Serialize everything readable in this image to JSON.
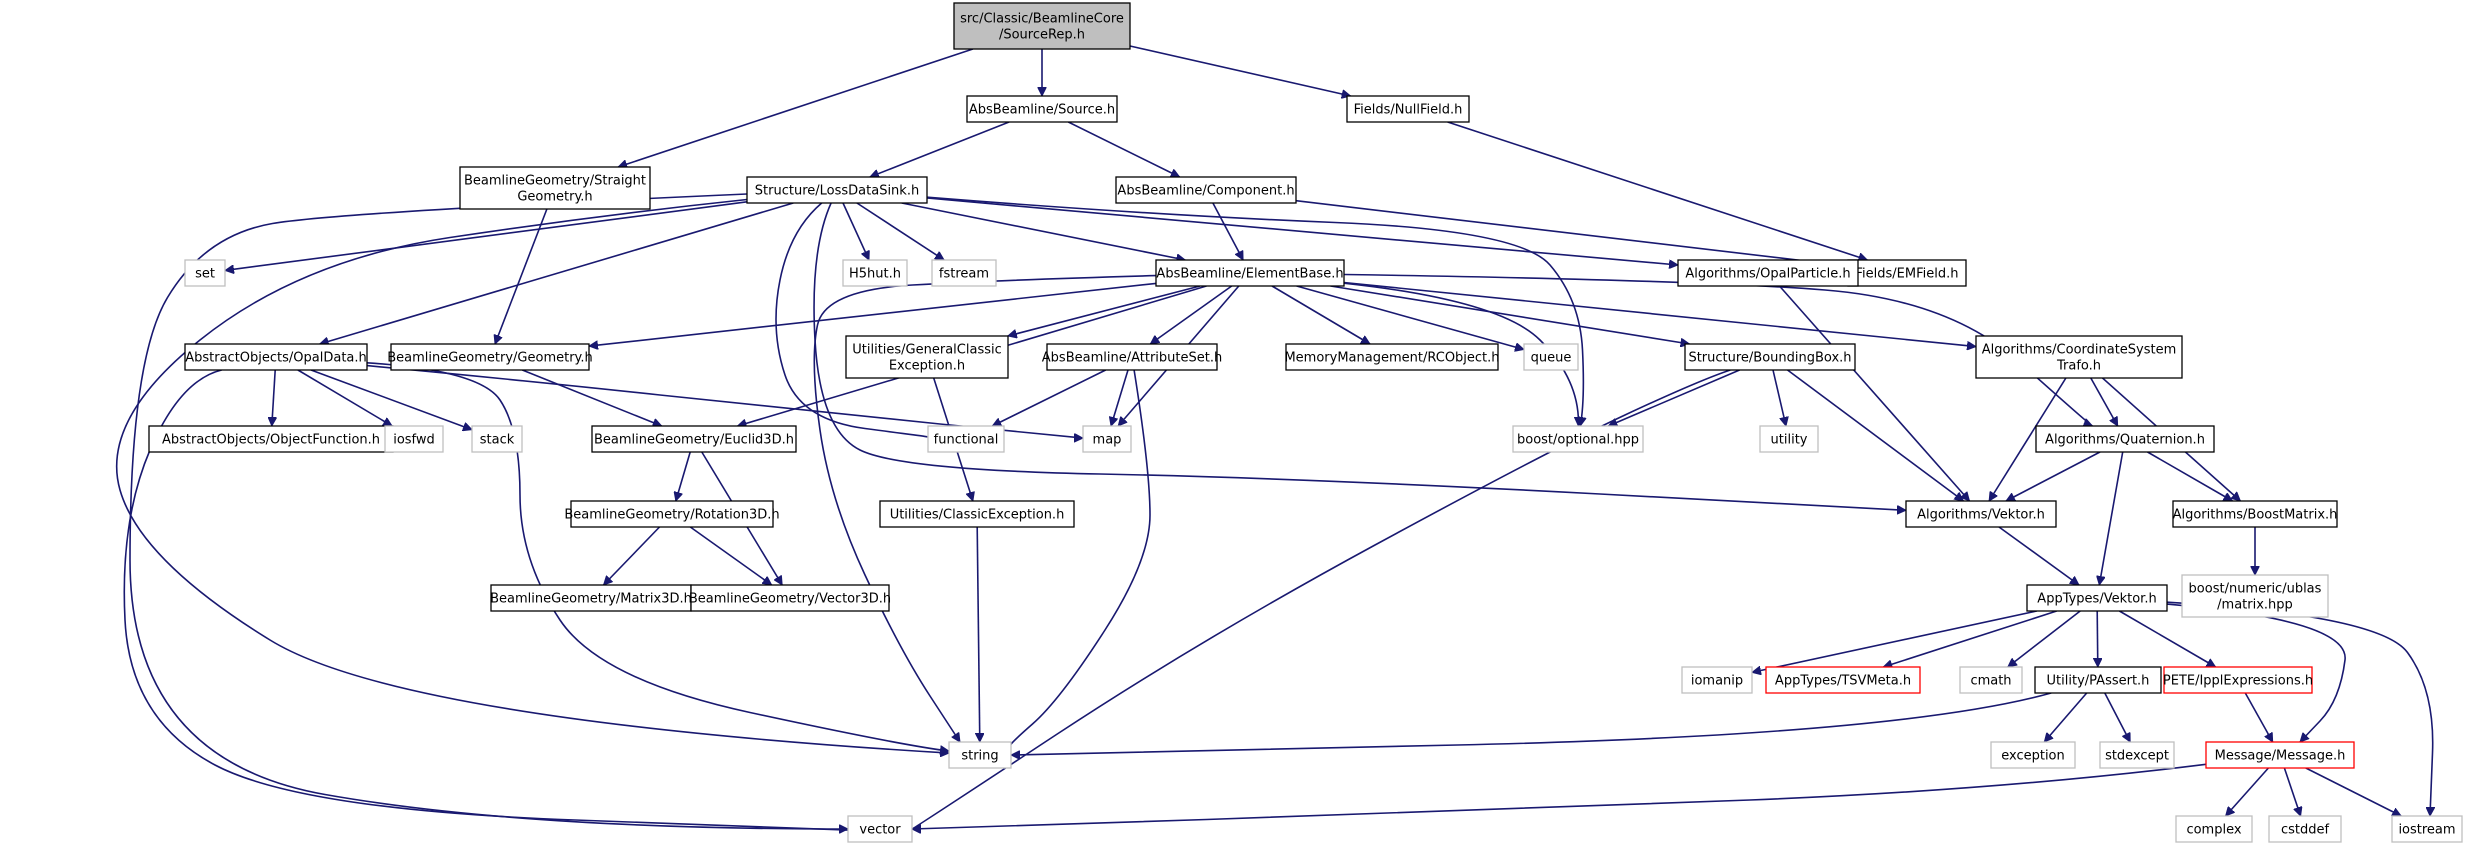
{
  "diagram": {
    "type": "include-dependency-graph",
    "colors": {
      "edge": "#191970",
      "root_fill": "#bfbfbf",
      "box_stroke": "#000000",
      "system_header_stroke": "#bfbfbf",
      "truncated_stroke": "#ff0000"
    },
    "nodes": {
      "root": {
        "lines": [
          "src/Classic/BeamlineCore",
          "/SourceRep.h"
        ],
        "kind": "root"
      },
      "source": {
        "lines": [
          "AbsBeamline/Source.h"
        ],
        "kind": "file"
      },
      "nullfield": {
        "lines": [
          "Fields/NullField.h"
        ],
        "kind": "file"
      },
      "straight": {
        "lines": [
          "BeamlineGeometry/Straight",
          "Geometry.h"
        ],
        "kind": "file"
      },
      "lossdatasink": {
        "lines": [
          "Structure/LossDataSink.h"
        ],
        "kind": "file"
      },
      "component": {
        "lines": [
          "AbsBeamline/Component.h"
        ],
        "kind": "file"
      },
      "emfield": {
        "lines": [
          "Fields/EMField.h"
        ],
        "kind": "file"
      },
      "set": {
        "lines": [
          "set"
        ],
        "kind": "system"
      },
      "h5hut": {
        "lines": [
          "H5hut.h"
        ],
        "kind": "system"
      },
      "fstream": {
        "lines": [
          "fstream"
        ],
        "kind": "system"
      },
      "elementbase": {
        "lines": [
          "AbsBeamline/ElementBase.h"
        ],
        "kind": "file"
      },
      "opalparticle": {
        "lines": [
          "Algorithms/OpalParticle.h"
        ],
        "kind": "file"
      },
      "opaldata": {
        "lines": [
          "AbstractObjects/OpalData.h"
        ],
        "kind": "file"
      },
      "geometry": {
        "lines": [
          "BeamlineGeometry/Geometry.h"
        ],
        "kind": "file"
      },
      "generalexc": {
        "lines": [
          "Utilities/GeneralClassic",
          "Exception.h"
        ],
        "kind": "file"
      },
      "attributeset": {
        "lines": [
          "AbsBeamline/AttributeSet.h"
        ],
        "kind": "file"
      },
      "rcobject": {
        "lines": [
          "MemoryManagement/RCObject.h"
        ],
        "kind": "file"
      },
      "queue": {
        "lines": [
          "queue"
        ],
        "kind": "system"
      },
      "boundingbox": {
        "lines": [
          "Structure/BoundingBox.h"
        ],
        "kind": "file"
      },
      "coordtrafo": {
        "lines": [
          "Algorithms/CoordinateSystem",
          "Trafo.h"
        ],
        "kind": "file"
      },
      "objectfunction": {
        "lines": [
          "AbstractObjects/ObjectFunction.h"
        ],
        "kind": "file"
      },
      "iosfwd": {
        "lines": [
          "iosfwd"
        ],
        "kind": "system"
      },
      "stack": {
        "lines": [
          "stack"
        ],
        "kind": "system"
      },
      "euclid3d": {
        "lines": [
          "BeamlineGeometry/Euclid3D.h"
        ],
        "kind": "file"
      },
      "functional": {
        "lines": [
          "functional"
        ],
        "kind": "system"
      },
      "map": {
        "lines": [
          "map"
        ],
        "kind": "system"
      },
      "optional": {
        "lines": [
          "boost/optional.hpp"
        ],
        "kind": "system"
      },
      "utility": {
        "lines": [
          "utility"
        ],
        "kind": "system"
      },
      "quaternion": {
        "lines": [
          "Algorithms/Quaternion.h"
        ],
        "kind": "file"
      },
      "rotation3d": {
        "lines": [
          "BeamlineGeometry/Rotation3D.h"
        ],
        "kind": "file"
      },
      "classicexc": {
        "lines": [
          "Utilities/ClassicException.h"
        ],
        "kind": "file"
      },
      "algvektor": {
        "lines": [
          "Algorithms/Vektor.h"
        ],
        "kind": "file"
      },
      "boostmatrix": {
        "lines": [
          "Algorithms/BoostMatrix.h"
        ],
        "kind": "file"
      },
      "matrix3d": {
        "lines": [
          "BeamlineGeometry/Matrix3D.h"
        ],
        "kind": "file"
      },
      "vector3d": {
        "lines": [
          "BeamlineGeometry/Vector3D.h"
        ],
        "kind": "file"
      },
      "ublas": {
        "lines": [
          "boost/numeric/ublas",
          "/matrix.hpp"
        ],
        "kind": "system"
      },
      "apptvektor": {
        "lines": [
          "AppTypes/Vektor.h"
        ],
        "kind": "file"
      },
      "iomanip": {
        "lines": [
          "iomanip"
        ],
        "kind": "system"
      },
      "tsvmeta": {
        "lines": [
          "AppTypes/TSVMeta.h"
        ],
        "kind": "truncated"
      },
      "cmath": {
        "lines": [
          "cmath"
        ],
        "kind": "system"
      },
      "passert": {
        "lines": [
          "Utility/PAssert.h"
        ],
        "kind": "file"
      },
      "ipplexpr": {
        "lines": [
          "PETE/IpplExpressions.h"
        ],
        "kind": "truncated"
      },
      "string": {
        "lines": [
          "string"
        ],
        "kind": "system"
      },
      "exception": {
        "lines": [
          "exception"
        ],
        "kind": "system"
      },
      "stdexcept": {
        "lines": [
          "stdexcept"
        ],
        "kind": "system"
      },
      "message": {
        "lines": [
          "Message/Message.h"
        ],
        "kind": "truncated"
      },
      "vector": {
        "lines": [
          "vector"
        ],
        "kind": "system"
      },
      "complex": {
        "lines": [
          "complex"
        ],
        "kind": "system"
      },
      "cstddef": {
        "lines": [
          "cstddef"
        ],
        "kind": "system"
      },
      "iostream": {
        "lines": [
          "iostream"
        ],
        "kind": "system"
      }
    },
    "edges": [
      [
        "root",
        "source"
      ],
      [
        "root",
        "nullfield"
      ],
      [
        "root",
        "straight"
      ],
      [
        "source",
        "lossdatasink"
      ],
      [
        "source",
        "component"
      ],
      [
        "nullfield",
        "emfield"
      ],
      [
        "straight",
        "geometry"
      ],
      [
        "lossdatasink",
        "set"
      ],
      [
        "lossdatasink",
        "h5hut"
      ],
      [
        "lossdatasink",
        "fstream"
      ],
      [
        "lossdatasink",
        "elementbase"
      ],
      [
        "lossdatasink",
        "opalparticle"
      ],
      [
        "lossdatasink",
        "opaldata"
      ],
      [
        "lossdatasink",
        "functional"
      ],
      [
        "lossdatasink",
        "optional"
      ],
      [
        "lossdatasink",
        "algvektor"
      ],
      [
        "lossdatasink",
        "string"
      ],
      [
        "lossdatasink",
        "vector"
      ],
      [
        "component",
        "emfield"
      ],
      [
        "component",
        "elementbase"
      ],
      [
        "elementbase",
        "geometry"
      ],
      [
        "elementbase",
        "euclid3d"
      ],
      [
        "elementbase",
        "generalexc"
      ],
      [
        "elementbase",
        "attributeset"
      ],
      [
        "elementbase",
        "rcobject"
      ],
      [
        "elementbase",
        "queue"
      ],
      [
        "elementbase",
        "boundingbox"
      ],
      [
        "elementbase",
        "coordtrafo"
      ],
      [
        "elementbase",
        "map"
      ],
      [
        "elementbase",
        "optional"
      ],
      [
        "elementbase",
        "quaternion"
      ],
      [
        "elementbase",
        "string"
      ],
      [
        "opalparticle",
        "algvektor"
      ],
      [
        "opaldata",
        "objectfunction"
      ],
      [
        "opaldata",
        "iosfwd"
      ],
      [
        "opaldata",
        "stack"
      ],
      [
        "opaldata",
        "map"
      ],
      [
        "opaldata",
        "string"
      ],
      [
        "opaldata",
        "vector"
      ],
      [
        "geometry",
        "euclid3d"
      ],
      [
        "generalexc",
        "classicexc"
      ],
      [
        "attributeset",
        "functional"
      ],
      [
        "attributeset",
        "map"
      ],
      [
        "attributeset",
        "string"
      ],
      [
        "boundingbox",
        "optional"
      ],
      [
        "boundingbox",
        "utility"
      ],
      [
        "boundingbox",
        "algvektor"
      ],
      [
        "boundingbox",
        "vector"
      ],
      [
        "coordtrafo",
        "quaternion"
      ],
      [
        "coordtrafo",
        "algvektor"
      ],
      [
        "coordtrafo",
        "boostmatrix"
      ],
      [
        "euclid3d",
        "rotation3d"
      ],
      [
        "euclid3d",
        "vector3d"
      ],
      [
        "quaternion",
        "algvektor"
      ],
      [
        "quaternion",
        "boostmatrix"
      ],
      [
        "quaternion",
        "apptvektor"
      ],
      [
        "rotation3d",
        "matrix3d"
      ],
      [
        "rotation3d",
        "vector3d"
      ],
      [
        "classicexc",
        "string"
      ],
      [
        "algvektor",
        "apptvektor"
      ],
      [
        "boostmatrix",
        "ublas"
      ],
      [
        "apptvektor",
        "iomanip"
      ],
      [
        "apptvektor",
        "tsvmeta"
      ],
      [
        "apptvektor",
        "cmath"
      ],
      [
        "apptvektor",
        "passert"
      ],
      [
        "apptvektor",
        "ipplexpr"
      ],
      [
        "apptvektor",
        "message"
      ],
      [
        "apptvektor",
        "iostream"
      ],
      [
        "passert",
        "string"
      ],
      [
        "passert",
        "exception"
      ],
      [
        "passert",
        "stdexcept"
      ],
      [
        "ipplexpr",
        "message"
      ],
      [
        "message",
        "vector"
      ],
      [
        "message",
        "complex"
      ],
      [
        "message",
        "cstddef"
      ],
      [
        "message",
        "iostream"
      ]
    ]
  }
}
